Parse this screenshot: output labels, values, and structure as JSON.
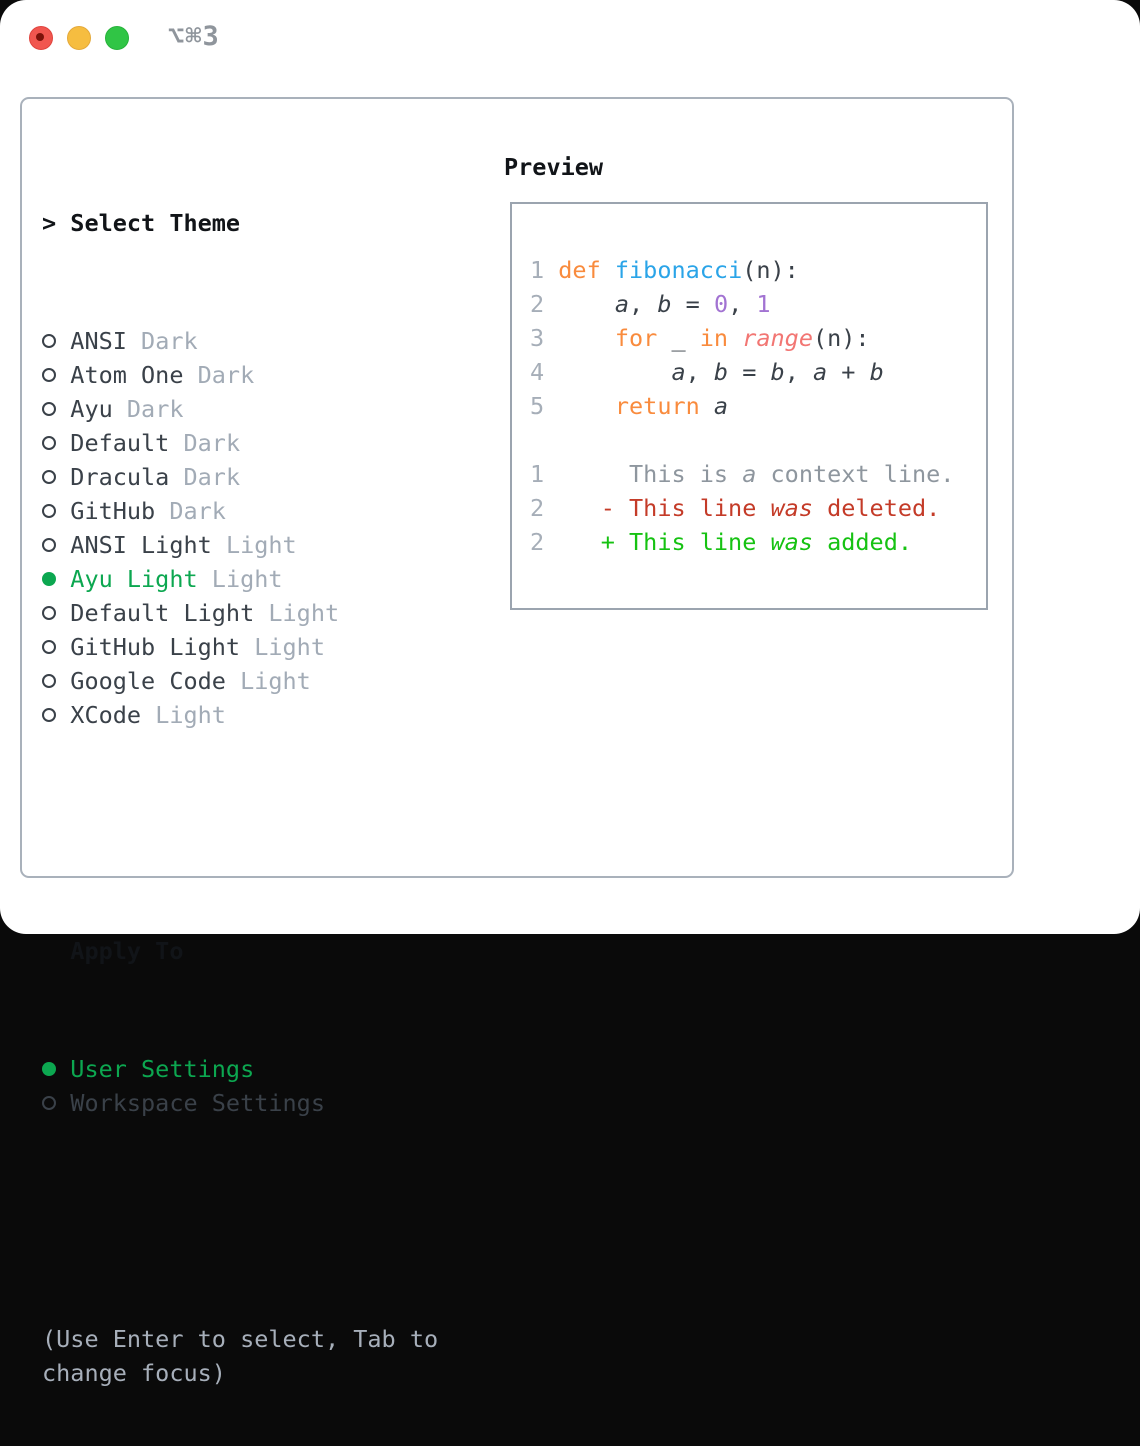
{
  "window": {
    "titlebar_shortcut": "⌥⌘3"
  },
  "colors": {
    "selection_green": "#0ca750",
    "text_dark": "#3a4149",
    "tag_gray": "#a2abb6",
    "hint_gray": "#a7afba",
    "panel_border": "#a9b1bb",
    "keyword_orange": "#f98b3d",
    "function_blue": "#2aa4e8",
    "number_purple": "#a273d2",
    "range_coral": "#f27673",
    "diff_deleted_red": "#c43b28",
    "diff_added_green": "#16c212",
    "traffic_red": "#f1564f",
    "traffic_yellow": "#f6bd40",
    "traffic_green": "#30c545"
  },
  "theme_panel": {
    "header_prompt": ">",
    "header_label": "Select Theme",
    "themes": [
      {
        "name": "ANSI",
        "tag": "Dark",
        "selected": false
      },
      {
        "name": "Atom One",
        "tag": "Dark",
        "selected": false
      },
      {
        "name": "Ayu",
        "tag": "Dark",
        "selected": false
      },
      {
        "name": "Default",
        "tag": "Dark",
        "selected": false
      },
      {
        "name": "Dracula",
        "tag": "Dark",
        "selected": false
      },
      {
        "name": "GitHub",
        "tag": "Dark",
        "selected": false
      },
      {
        "name": "ANSI Light",
        "tag": "Light",
        "selected": false
      },
      {
        "name": "Ayu Light",
        "tag": "Light",
        "selected": true
      },
      {
        "name": "Default Light",
        "tag": "Light",
        "selected": false
      },
      {
        "name": "GitHub Light",
        "tag": "Light",
        "selected": false
      },
      {
        "name": "Google Code",
        "tag": "Light",
        "selected": false
      },
      {
        "name": "XCode",
        "tag": "Light",
        "selected": false
      }
    ],
    "apply_to": {
      "label": "Apply To",
      "options": [
        {
          "name": "User Settings",
          "selected": true
        },
        {
          "name": "Workspace Settings",
          "selected": false
        }
      ]
    },
    "hint_lines": [
      "(Use Enter to select, Tab to",
      "change focus)"
    ]
  },
  "preview": {
    "label": "Preview",
    "code_lines": [
      {
        "num": "1",
        "tokens": [
          [
            "kw",
            "def"
          ],
          [
            "pl",
            " "
          ],
          [
            "fn",
            "fibonacci"
          ],
          [
            "pl",
            "(n):"
          ]
        ]
      },
      {
        "num": "2",
        "tokens": [
          [
            "pl",
            "    "
          ],
          [
            "var",
            "a"
          ],
          [
            "pl",
            ", "
          ],
          [
            "var",
            "b"
          ],
          [
            "pl",
            " = "
          ],
          [
            "num",
            "0"
          ],
          [
            "pl",
            ", "
          ],
          [
            "num",
            "1"
          ]
        ]
      },
      {
        "num": "3",
        "tokens": [
          [
            "pl",
            "    "
          ],
          [
            "kw",
            "for"
          ],
          [
            "pl",
            " _ "
          ],
          [
            "kw",
            "in"
          ],
          [
            "pl",
            " "
          ],
          [
            "call",
            "range"
          ],
          [
            "pl",
            "(n):"
          ]
        ]
      },
      {
        "num": "4",
        "tokens": [
          [
            "pl",
            "        "
          ],
          [
            "var",
            "a"
          ],
          [
            "pl",
            ", "
          ],
          [
            "var",
            "b"
          ],
          [
            "pl",
            " = "
          ],
          [
            "var",
            "b"
          ],
          [
            "pl",
            ", "
          ],
          [
            "var",
            "a"
          ],
          [
            "pl",
            " + "
          ],
          [
            "var",
            "b"
          ]
        ]
      },
      {
        "num": "5",
        "tokens": [
          [
            "pl",
            "    "
          ],
          [
            "kw",
            "return"
          ],
          [
            "pl",
            " "
          ],
          [
            "var",
            "a"
          ]
        ]
      },
      {
        "num": "",
        "tokens": []
      },
      {
        "num": "1",
        "tokens": [
          [
            "ctx",
            "     This is "
          ],
          [
            "ctxi",
            "a"
          ],
          [
            "ctx",
            " context line."
          ]
        ]
      },
      {
        "num": "2",
        "tokens": [
          [
            "del",
            "   - This line "
          ],
          [
            "deli",
            "was"
          ],
          [
            "del",
            " deleted."
          ]
        ]
      },
      {
        "num": "2",
        "tokens": [
          [
            "add",
            "   + This line "
          ],
          [
            "addi",
            "was"
          ],
          [
            "add",
            " added."
          ]
        ]
      }
    ]
  }
}
